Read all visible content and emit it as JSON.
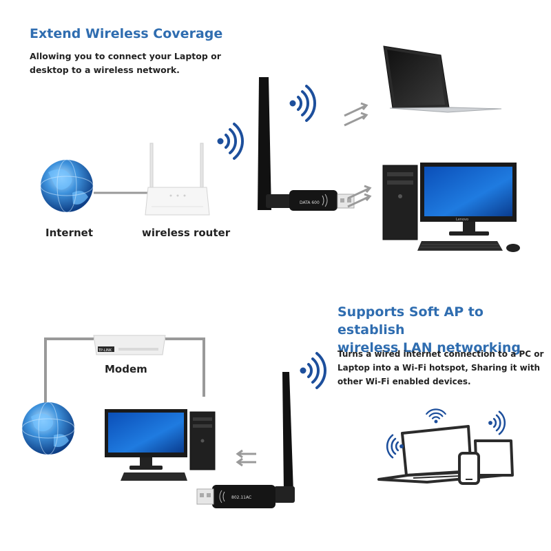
{
  "top": {
    "title": "Extend Wireless Coverage",
    "desc_line1": "Allowing you to connect your Laptop or",
    "desc_line2": "desktop to a wireless network.",
    "label_internet": "Internet",
    "label_router": "wireless router"
  },
  "bottom": {
    "title_line1": "Supports Soft AP to establish",
    "title_line2": "wireless LAN networking",
    "desc_line1": "Turns a wired internet connection to a PC or",
    "desc_line2": "Laptop into a Wi-Fi hotspot, Sharing it with",
    "desc_line3": "other Wi-Fi enabled devices.",
    "label_modem": "Modem"
  },
  "adapter_top_text": "DATA 600",
  "adapter_bottom_text": "802.11AC",
  "modem_brand": "TP-LINK",
  "monitor_brand": "Lenovo",
  "colors": {
    "accent": "#2f6db0",
    "wifi": "#1d4f9c",
    "text": "#222222",
    "cable": "#999999"
  },
  "icons": [
    "globe-icon",
    "wifi-signal-icon",
    "arrow-icon",
    "laptop-icon",
    "desktop-icon",
    "router-icon",
    "modem-icon",
    "usb-wifi-adapter-icon",
    "smartphone-icon"
  ]
}
